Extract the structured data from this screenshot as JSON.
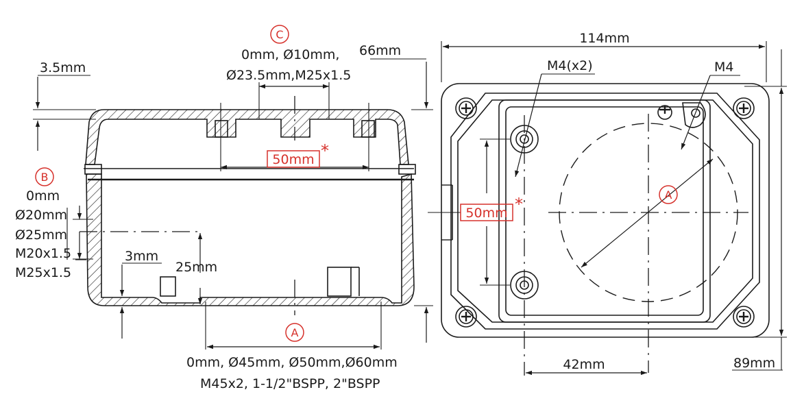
{
  "labels": {
    "callout_c": "C",
    "callout_b": "B",
    "callout_a_side": "A",
    "callout_a_top": "A",
    "top_port_sizes_1": "0mm, Ø10mm,",
    "top_port_sizes_2": "Ø23.5mm,M25x1.5",
    "dim_66": "66mm",
    "dim_3_5": "3.5mm",
    "dim_50_side": "50mm",
    "dim_50_top": "50mm",
    "asterisk": "*",
    "side_b_1": "0mm",
    "side_b_2": "Ø20mm",
    "side_b_3": "Ø25mm",
    "side_b_4": "M20x1.5",
    "side_b_5": "M25x1.5",
    "dim_3": "3mm",
    "dim_25": "25mm",
    "bottom_port_1": "0mm, Ø45mm, Ø50mm,Ø60mm",
    "bottom_port_2": "M45x2, 1-1/2\"BSPP, 2\"BSPP",
    "dim_114": "114mm",
    "m4x2": "M4(x2)",
    "m4": "M4",
    "dim_42": "42mm",
    "dim_89": "89mm"
  },
  "colors": {
    "line": "#1a1a1a",
    "accent": "#d6312b",
    "background": "#ffffff"
  },
  "icons": {
    "corner_screw": "plus-screw-icon",
    "ground_screw": "ground-screw-icon"
  }
}
